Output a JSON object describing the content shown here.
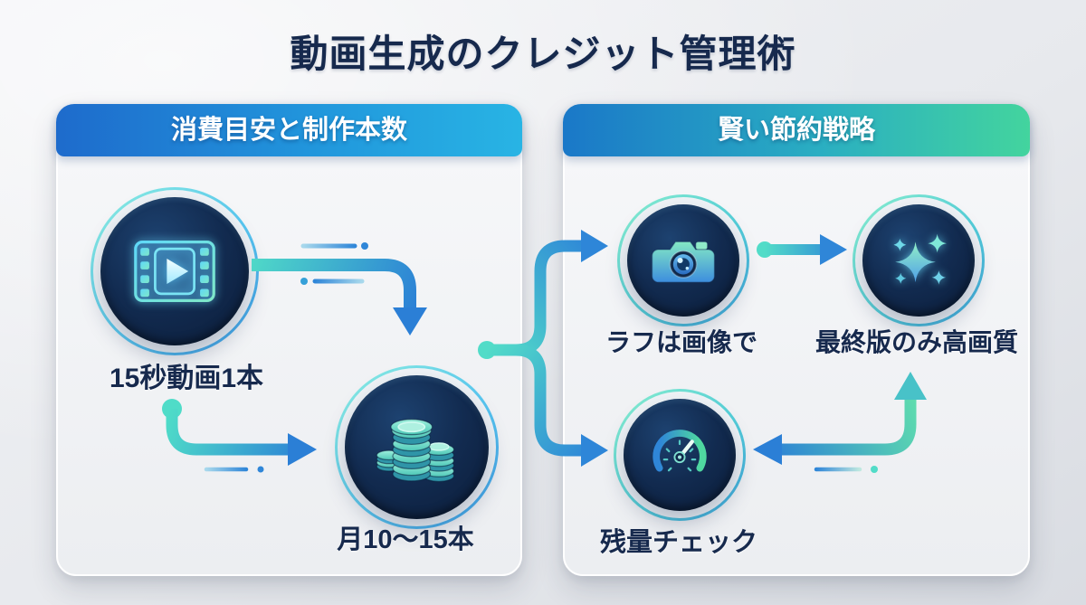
{
  "title": "動画生成のクレジット管理術",
  "panels": {
    "left": {
      "header": "消費目安と制作本数",
      "nodes": {
        "video": {
          "label": "15秒動画1本",
          "icon": "film-play-icon"
        },
        "coins": {
          "label": "月10〜15本",
          "icon": "coin-stacks-icon"
        }
      }
    },
    "right": {
      "header": "賢い節約戦略",
      "nodes": {
        "camera": {
          "label": "ラフは画像で",
          "icon": "camera-icon"
        },
        "sparkle": {
          "label": "最終版のみ高画質",
          "icon": "sparkles-icon"
        },
        "gauge": {
          "label": "残量チェック",
          "icon": "gauge-icon"
        }
      }
    }
  },
  "colors": {
    "title_text": "#16294d",
    "label_text": "#16294d",
    "header_blue_start": "#1e6bcc",
    "header_blue_end": "#28b4e4",
    "header_green_start": "#1a78c8",
    "header_green_end": "#43d49e",
    "arrow_teal": "#52dcc8",
    "arrow_blue": "#2b7fd6",
    "icon_circle_bg": "#122b50"
  }
}
